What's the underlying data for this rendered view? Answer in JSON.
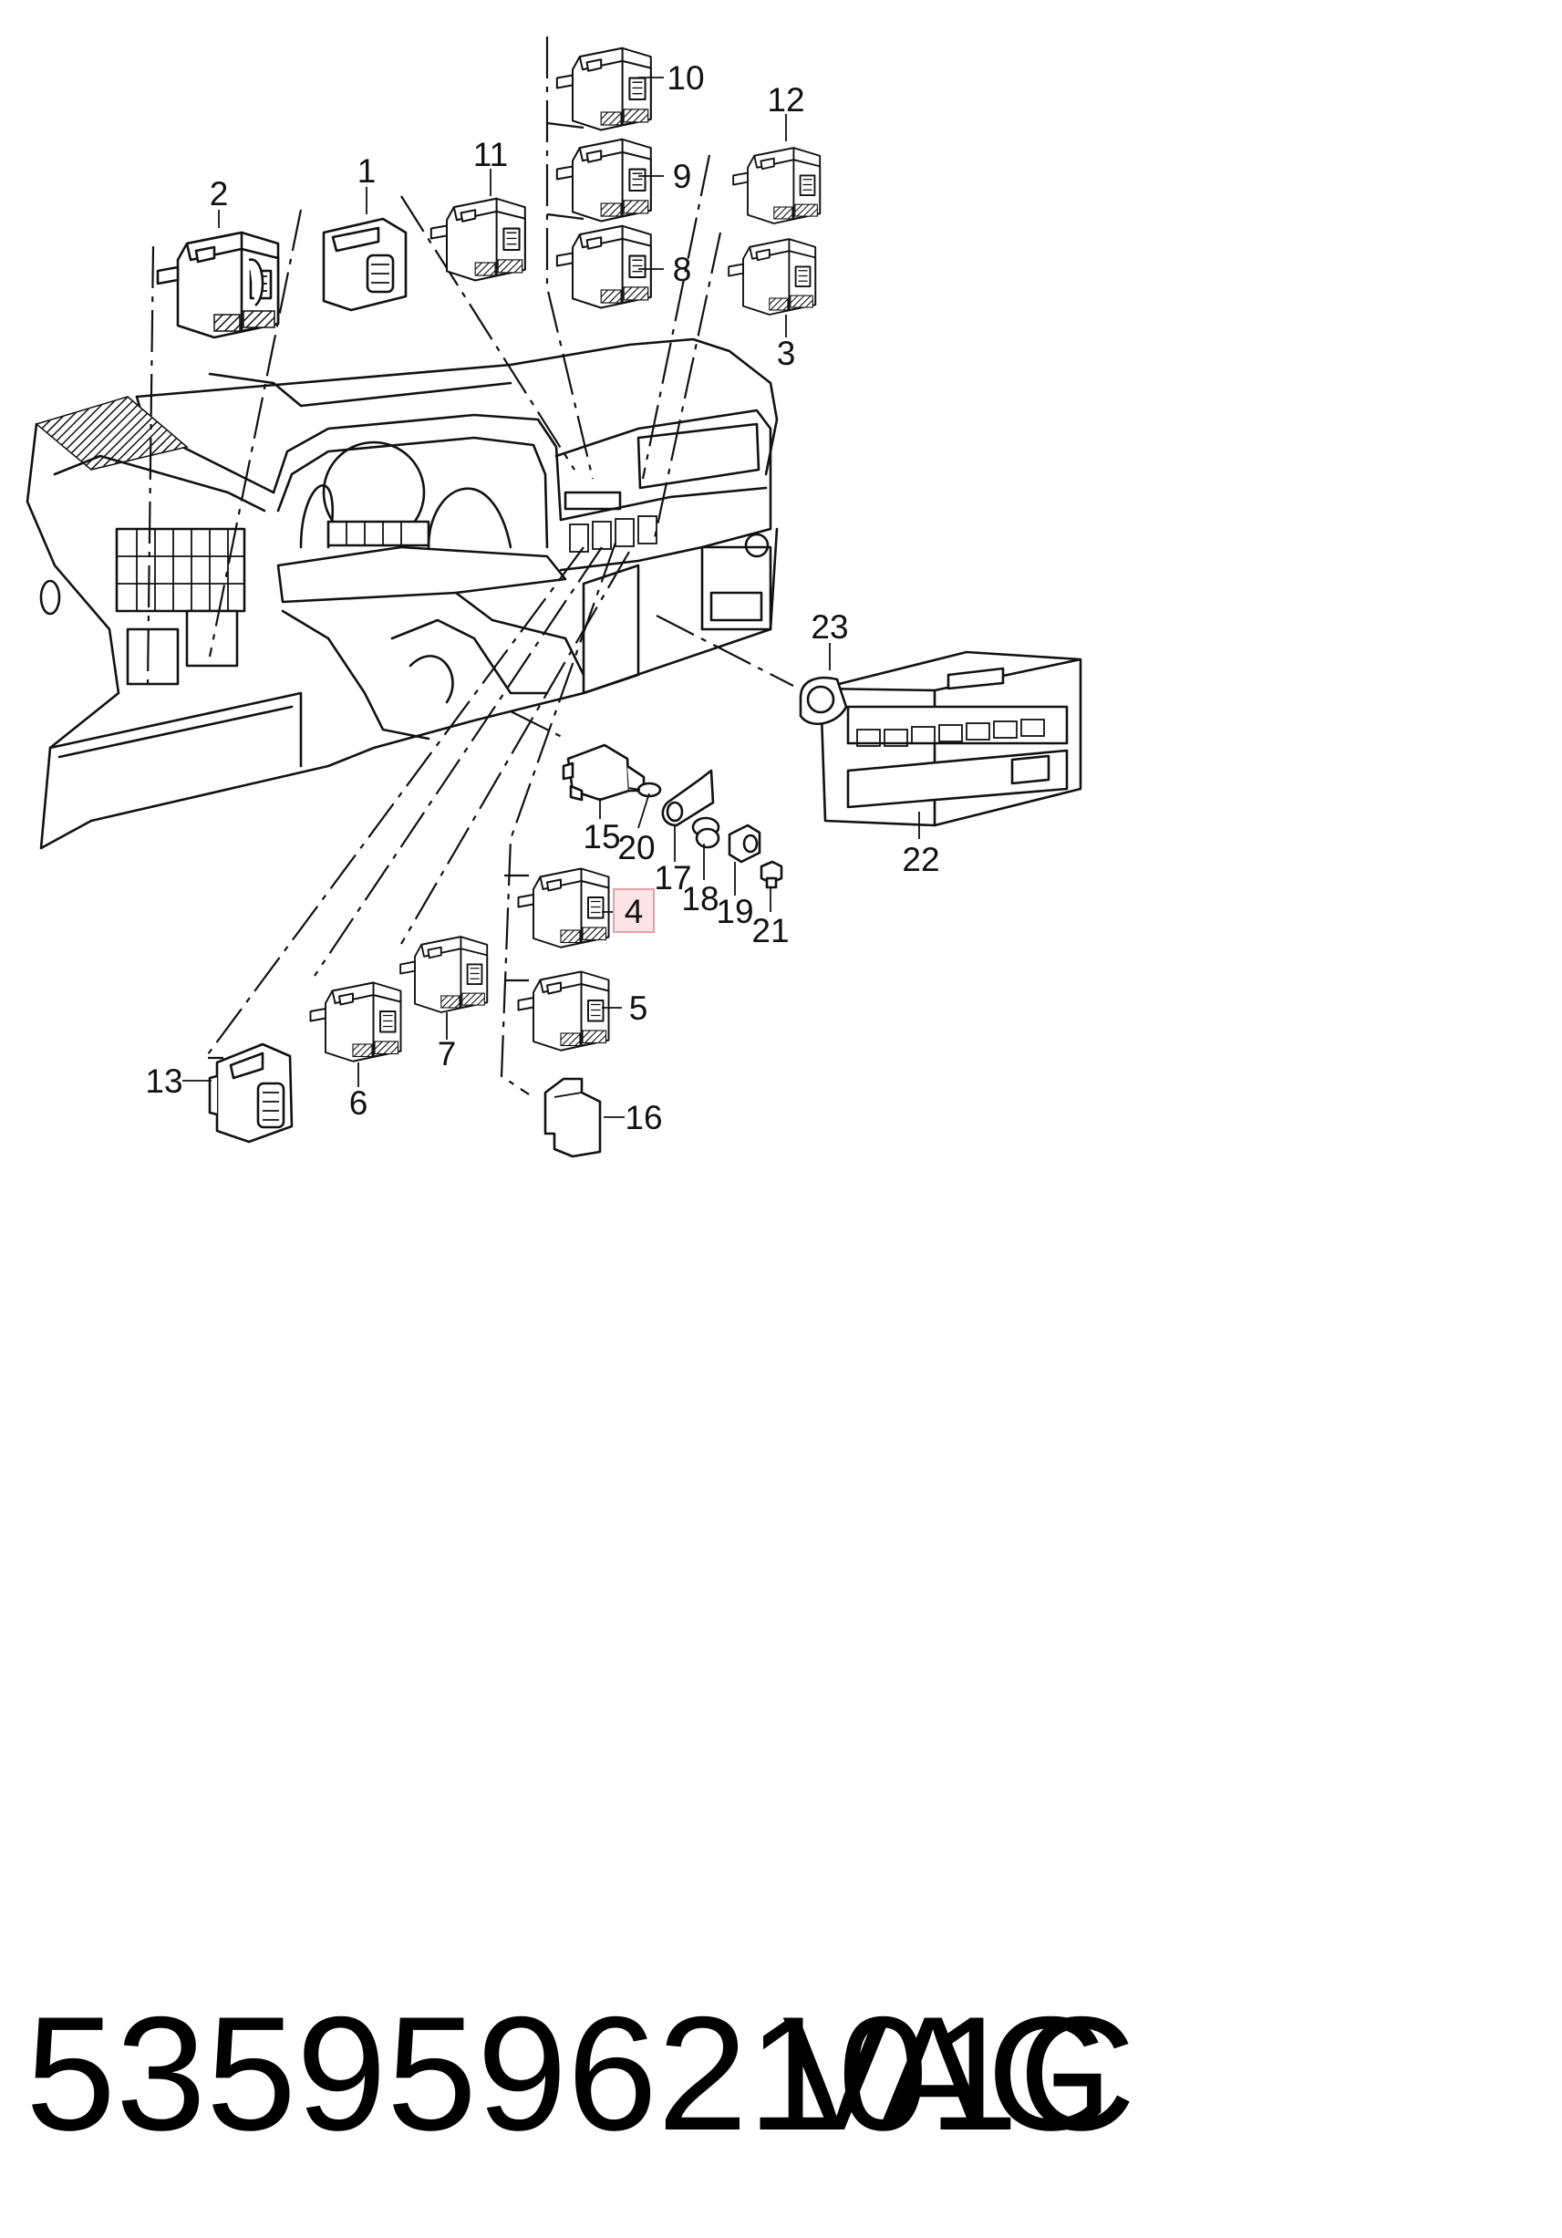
{
  "diagram": {
    "callouts": [
      {
        "id": "1",
        "label": "1"
      },
      {
        "id": "2",
        "label": "2"
      },
      {
        "id": "3",
        "label": "3"
      },
      {
        "id": "4",
        "label": "4",
        "highlighted": true
      },
      {
        "id": "5",
        "label": "5"
      },
      {
        "id": "6",
        "label": "6"
      },
      {
        "id": "7",
        "label": "7"
      },
      {
        "id": "8",
        "label": "8"
      },
      {
        "id": "9",
        "label": "9"
      },
      {
        "id": "10",
        "label": "10"
      },
      {
        "id": "11",
        "label": "11"
      },
      {
        "id": "12",
        "label": "12"
      },
      {
        "id": "13",
        "label": "13"
      },
      {
        "id": "15",
        "label": "15"
      },
      {
        "id": "16",
        "label": "16"
      },
      {
        "id": "17",
        "label": "17"
      },
      {
        "id": "18",
        "label": "18"
      },
      {
        "id": "19",
        "label": "19"
      },
      {
        "id": "20",
        "label": "20"
      },
      {
        "id": "21",
        "label": "21"
      },
      {
        "id": "22",
        "label": "22"
      },
      {
        "id": "23",
        "label": "23"
      }
    ],
    "highlight_color": "#e8a0a8",
    "highlight_fill": "#fbe3e6"
  },
  "footer": {
    "part_number": "5359596210​1C",
    "brand": "VAG"
  }
}
